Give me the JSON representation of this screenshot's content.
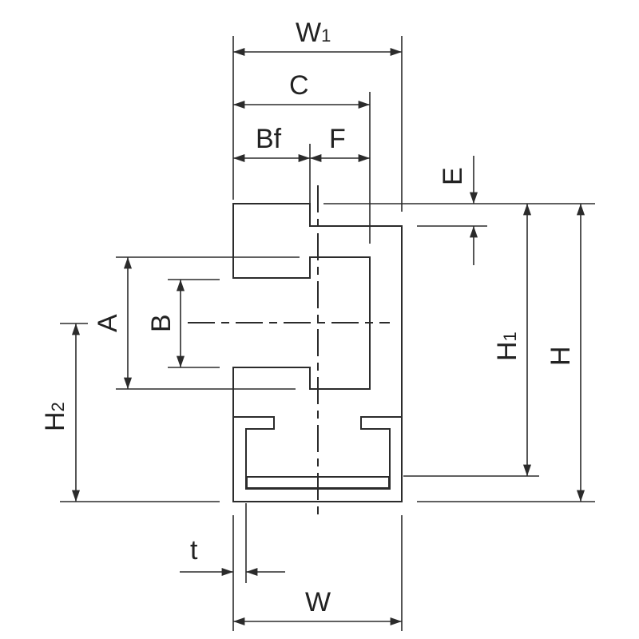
{
  "colors": {
    "profile_fill": "#c9e3f5",
    "line": "#2b2b2b"
  },
  "labels": {
    "W1": {
      "main": "W",
      "sub": "1"
    },
    "C": {
      "main": "C"
    },
    "Bf": {
      "main": "Bf"
    },
    "F": {
      "main": "F"
    },
    "E": {
      "main": "E"
    },
    "H1": {
      "main": "H",
      "sub": "1"
    },
    "H": {
      "main": "H"
    },
    "H2": {
      "main": "H",
      "sub": "2"
    },
    "A": {
      "main": "A"
    },
    "B": {
      "main": "B"
    },
    "t": {
      "main": "t"
    },
    "W": {
      "main": "W"
    }
  }
}
